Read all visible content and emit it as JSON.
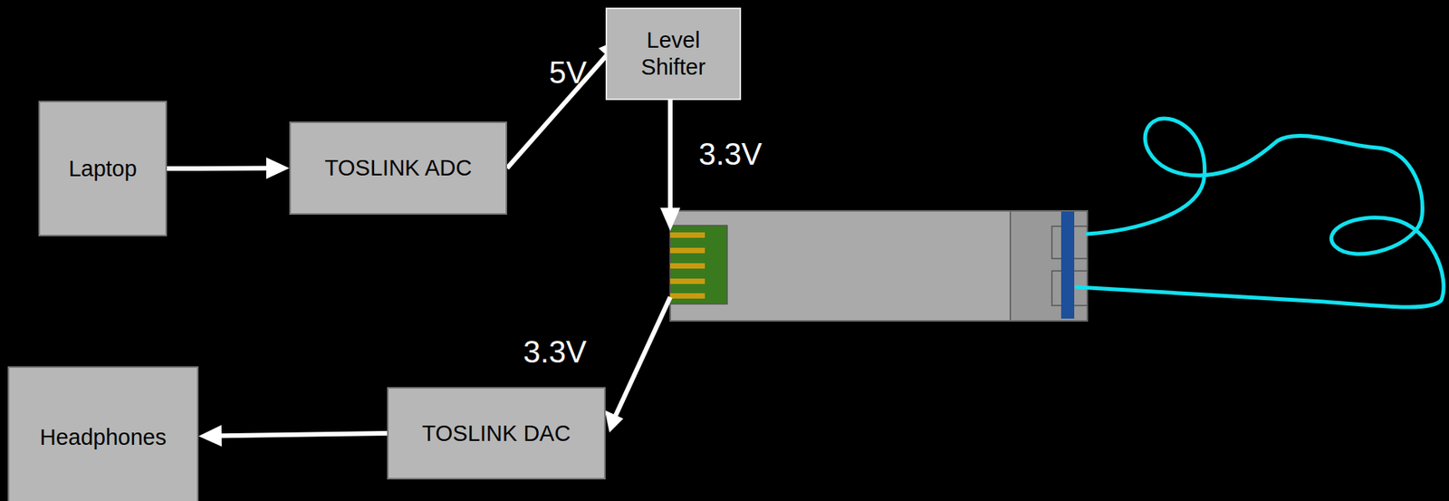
{
  "diagram": {
    "nodes": [
      {
        "text": [
          "Laptop"
        ]
      },
      {
        "text": [
          "TOSLINK ADC"
        ]
      },
      {
        "text": [
          "Level Shifter"
        ]
      },
      {
        "text": [
          "TOSLINK DAC"
        ]
      },
      {
        "text": [
          "Headphones"
        ]
      }
    ],
    "edges": [
      {
        "from": 0,
        "to": 1,
        "arrow": "to"
      },
      {
        "from": 1,
        "to": 2,
        "arrow": "to",
        "label": "5V"
      },
      {
        "from": 3,
        "to": 4,
        "arrow": "to"
      }
    ],
    "labels": [
      "3.3V",
      "3.3V"
    ]
  }
}
